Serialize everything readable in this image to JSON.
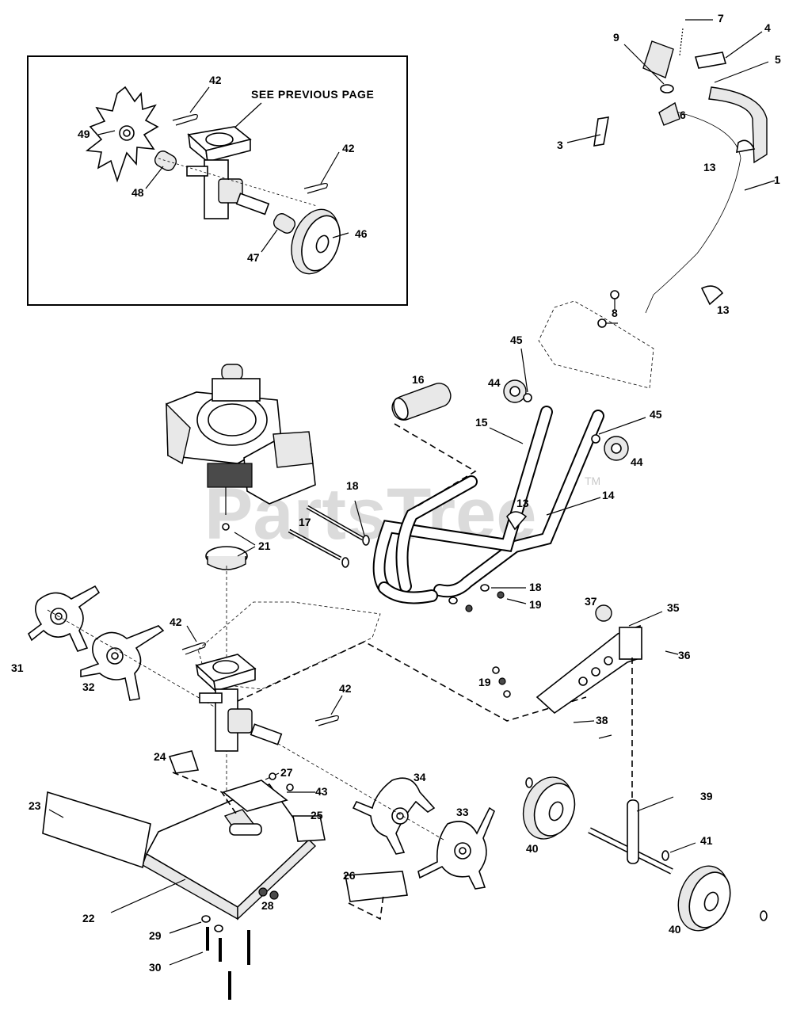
{
  "inset": {
    "note": "SEE PREVIOUS PAGE"
  },
  "watermark": {
    "text": "PartsTree",
    "trademark": "TM"
  },
  "callouts": {
    "c1": "1",
    "c3": "3",
    "c4": "4",
    "c5": "5",
    "c6": "6",
    "c7": "7",
    "c8": "8",
    "c9": "9",
    "c13a": "13",
    "c13b": "13",
    "c13c": "13",
    "c14": "14",
    "c15": "15",
    "c16": "16",
    "c17": "17",
    "c18a": "18",
    "c18b": "18",
    "c19a": "19",
    "c19b": "19",
    "c21": "21",
    "c22": "22",
    "c23": "23",
    "c24": "24",
    "c25": "25",
    "c26": "26",
    "c27": "27",
    "c28": "28",
    "c29": "29",
    "c30": "30",
    "c31": "31",
    "c32": "32",
    "c33": "33",
    "c34": "34",
    "c35": "35",
    "c36": "36",
    "c37": "37",
    "c38": "38",
    "c39": "39",
    "c40a": "40",
    "c40b": "40",
    "c41": "41",
    "c42a": "42",
    "c42b": "42",
    "c42c": "42",
    "c42d": "42",
    "c43": "43",
    "c44a": "44",
    "c44b": "44",
    "c45a": "45",
    "c45b": "45",
    "c46": "46",
    "c47": "47",
    "c48": "48",
    "c49": "49"
  }
}
